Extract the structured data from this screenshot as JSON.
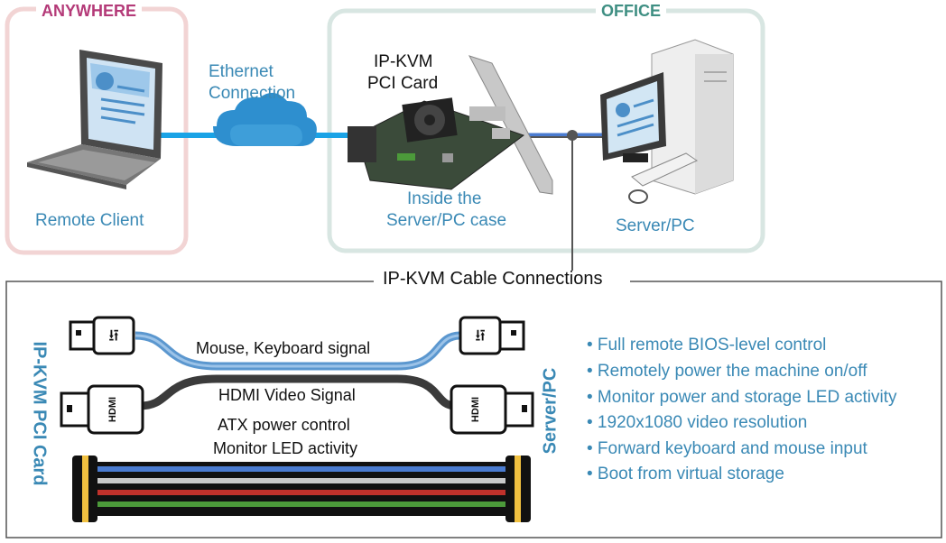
{
  "anywhere": {
    "title": "ANYWHERE",
    "client_label": "Remote Client"
  },
  "ethernet": {
    "line1": "Ethernet",
    "line2": "Connection"
  },
  "office": {
    "title": "OFFICE",
    "server_label": "Server/PC"
  },
  "pci_card": {
    "line1": "IP-KVM",
    "line2": "PCI Card",
    "inside_line1": "Inside the",
    "inside_line2": "Server/PC case"
  },
  "connections": {
    "title": "IP-KVM Cable Connections",
    "left_vertical": "IP-KVM PCI Card",
    "right_vertical": "Server/PC",
    "usb_label": "Mouse, Keyboard signal",
    "hdmi_label": "HDMI Video Signal",
    "atx_line1": "ATX power control",
    "atx_line2": "Monitor LED activity",
    "hdmi_plug_text": "HDMI"
  },
  "features": [
    "• Full remote BIOS-level control",
    "• Remotely power the machine on/off",
    "• Monitor power and storage LED activity",
    "• 1920x1080 video resolution",
    "• Forward keyboard and mouse input",
    "• Boot from virtual storage"
  ],
  "colors": {
    "anywhere_border": "#f2d4d4",
    "anywhere_title": "#b43a78",
    "office_border": "#d8e6e2",
    "office_title": "#3f8f83",
    "label_blue": "#3a89b5",
    "ethernet_cable": "#1aa3e6",
    "usb_cable": "#5b97cf",
    "hdmi_cable": "#3b3b3b",
    "ribbon": [
      "#4a7bd0",
      "#b8b8b8",
      "#c0312b",
      "#4c9a3a"
    ]
  }
}
